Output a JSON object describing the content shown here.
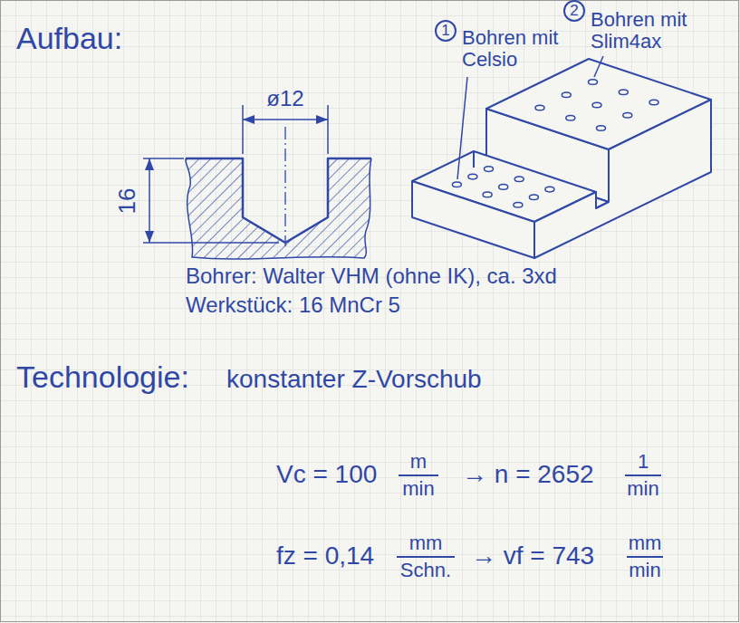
{
  "diagram": {
    "labels": [
      "Aufbau:",
      "1",
      "Bohren mit Celsio",
      "2",
      "Bohren mit Slim4ax",
      "ø12",
      "16",
      "Bohrer: Walter VHM (ohne IK), ca. 3xd",
      "Werkstück: 16 MnCr 5",
      "Technologie:",
      "konstanter Z-Vorschub",
      "Vc = 100",
      "m",
      "min",
      "→ n = 2652",
      "1",
      "min",
      "fz = 0,14",
      "mm",
      "Schn.",
      "→ vf = 743",
      "mm",
      "min"
    ]
  }
}
